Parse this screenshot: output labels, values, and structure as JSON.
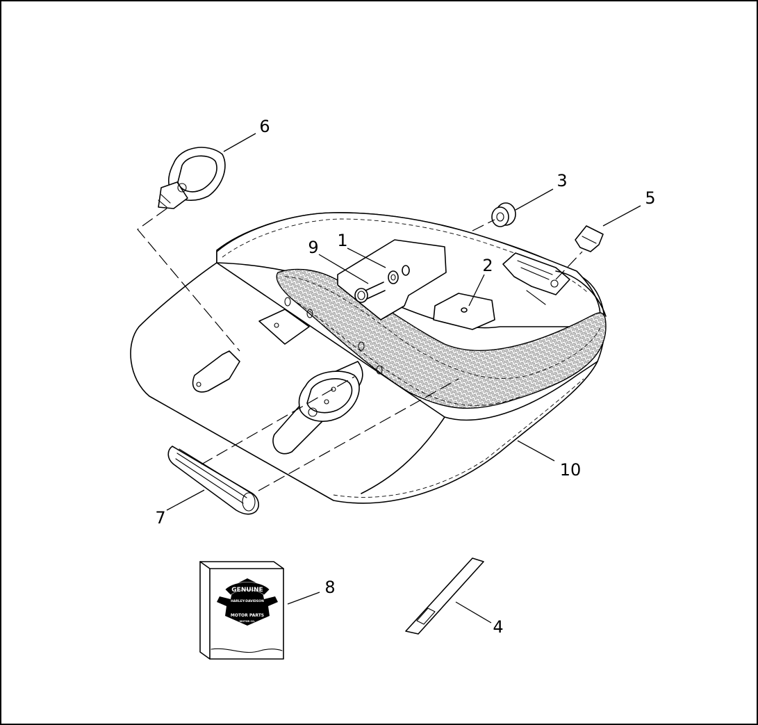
{
  "diagram": {
    "callouts": [
      {
        "id": "callout-1",
        "label": "1"
      },
      {
        "id": "callout-2",
        "label": "2"
      },
      {
        "id": "callout-3",
        "label": "3"
      },
      {
        "id": "callout-4",
        "label": "4"
      },
      {
        "id": "callout-5",
        "label": "5"
      },
      {
        "id": "callout-6",
        "label": "6"
      },
      {
        "id": "callout-7",
        "label": "7"
      },
      {
        "id": "callout-8",
        "label": "8"
      },
      {
        "id": "callout-9",
        "label": "9"
      },
      {
        "id": "callout-10",
        "label": "10"
      }
    ],
    "logo": {
      "top": "GENUINE",
      "middle": "HARLEY-DAVIDSON",
      "bottom": "MOTOR PARTS",
      "tiny": "MOTOR CO."
    }
  }
}
